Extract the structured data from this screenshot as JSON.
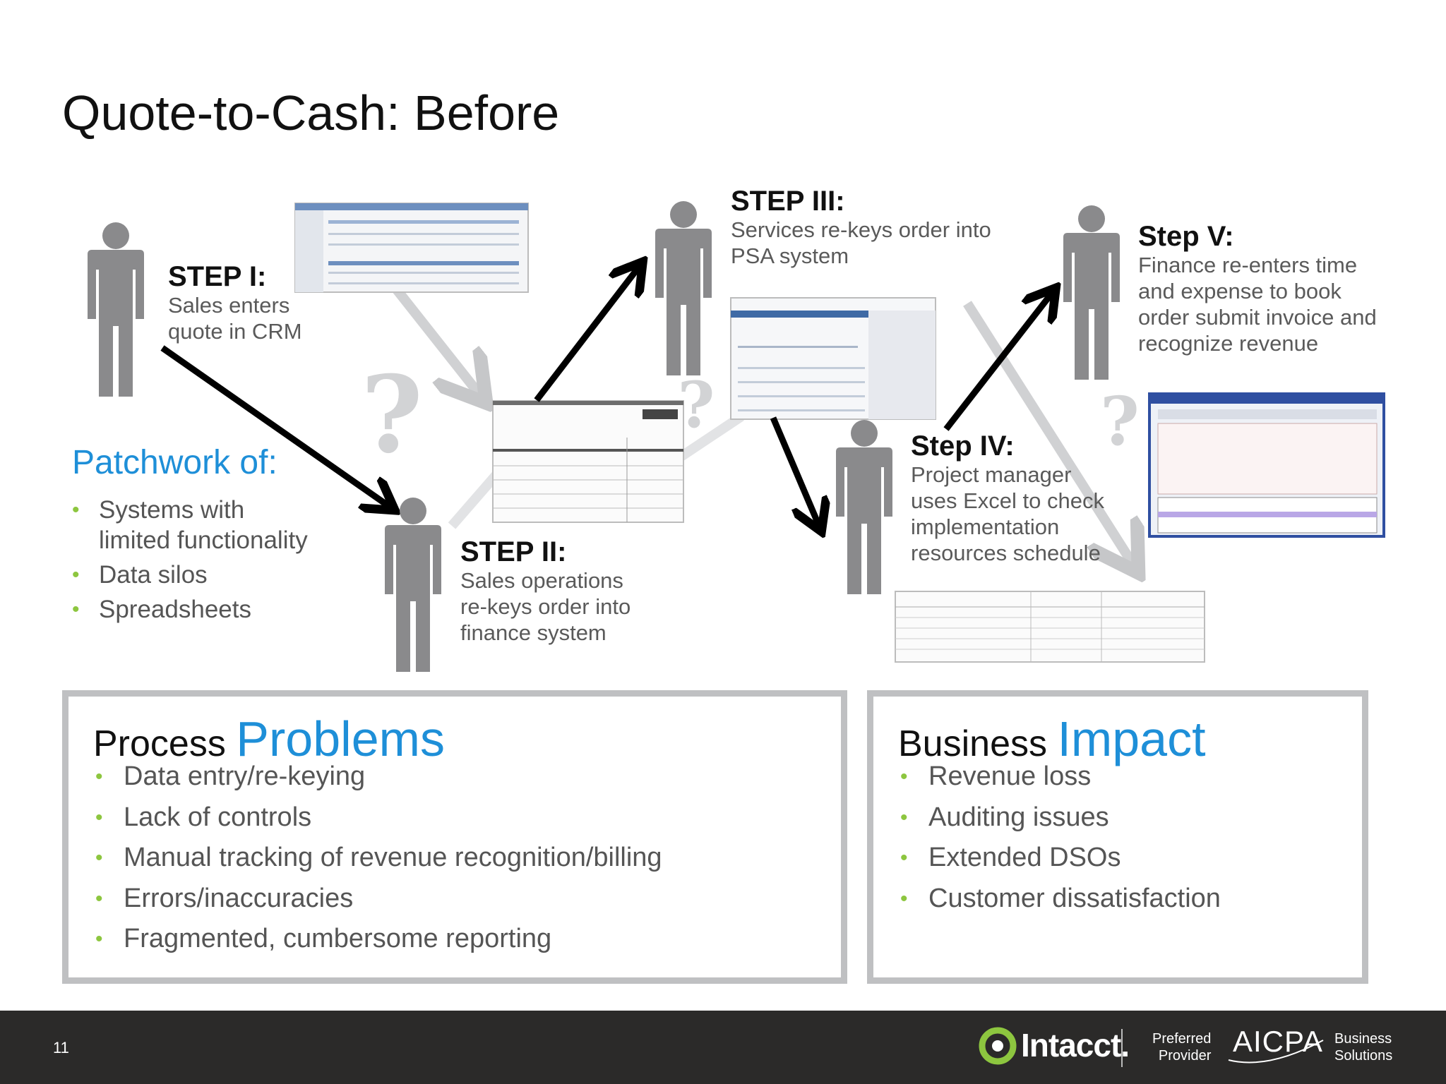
{
  "slide": {
    "title": "Quote-to-Cash: Before",
    "number": "11"
  },
  "steps": [
    {
      "heading": "STEP I:",
      "lines": [
        "Sales enters",
        "quote in CRM"
      ]
    },
    {
      "heading": "STEP II:",
      "lines": [
        "Sales operations",
        "re-keys order into",
        "finance system"
      ]
    },
    {
      "heading": "STEP III:",
      "lines": [
        "Services re-keys order into",
        "PSA system"
      ]
    },
    {
      "heading": "Step IV:",
      "lines": [
        "Project manager",
        "uses Excel to check",
        "implementation",
        "resources schedule"
      ]
    },
    {
      "heading": "Step V:",
      "lines": [
        "Finance re-enters time",
        "and expense to book",
        "order submit invoice and",
        "recognize revenue"
      ]
    }
  ],
  "patchwork": {
    "title": "Patchwork of:",
    "items": [
      [
        "Systems with",
        "limited functionality"
      ],
      [
        "Data silos"
      ],
      [
        "Spreadsheets"
      ]
    ]
  },
  "process_box": {
    "title_plain": "Process ",
    "title_accent": "Problems",
    "items": [
      "Data entry/re-keying",
      "Lack of controls",
      "Manual tracking of revenue recognition/billing",
      "Errors/inaccuracies",
      "Fragmented, cumbersome reporting"
    ]
  },
  "impact_box": {
    "title_plain": "Business ",
    "title_accent": "Impact",
    "items": [
      "Revenue loss",
      "Auditing issues",
      "Extended DSOs",
      "Customer dissatisfaction"
    ]
  },
  "footer": {
    "brand": "Intacct.",
    "badge_line1": "Preferred",
    "badge_line2": "Provider",
    "partner": "AICPA",
    "partner_line1": "Business",
    "partner_line2": "Solutions"
  },
  "colors": {
    "accent_blue": "#1e8fd8",
    "bullet_green": "#8dc63f",
    "person_gray": "#8a8a8c",
    "footer_bg": "#2b2a29",
    "logo_green": "#8dc63f"
  },
  "icons": [
    "person-icon",
    "question-mark-icon",
    "arrow-icon",
    "screenshot-thumbnail",
    "intacct-logo-icon"
  ]
}
